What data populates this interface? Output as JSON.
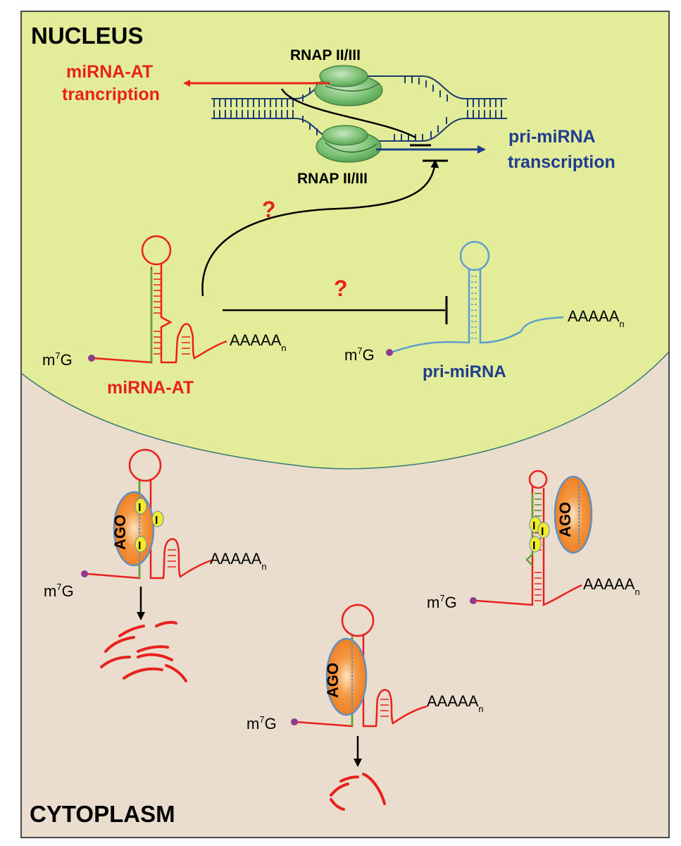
{
  "compartments": {
    "nucleus": "NUCLEUS",
    "cytoplasm": "CYTOPLASM"
  },
  "polymerase": {
    "top_label": "RNAP II/III",
    "bottom_label": "RNAP II/III"
  },
  "transcription": {
    "antisense_line1": "miRNA-AT",
    "antisense_line2": "trancription",
    "sense_line1": "pri-miRNA",
    "sense_line2": "transcription"
  },
  "unknown_mark": "?",
  "transcripts": {
    "cap": "m",
    "cap_sup": "7",
    "cap_tail": "G",
    "polyA": "AAAAA",
    "polyA_sub": "n",
    "antisense_name": "miRNA-AT",
    "pri_name": "pri-miRNA"
  },
  "complex": {
    "ago": "AGO",
    "site": "I"
  },
  "colors": {
    "nucleus_fill": "#e3ec99",
    "cytoplasm_fill": "#eaddcd",
    "antisense_red": "#e8211d",
    "sense_blue": "#1f3c8f",
    "pri_blue": "#5d9fcc",
    "seed_green": "#5aa832",
    "cap_purple": "#8e3a8e",
    "ago_orange": "#f07d1f",
    "rnap_green": "#7cc076"
  }
}
